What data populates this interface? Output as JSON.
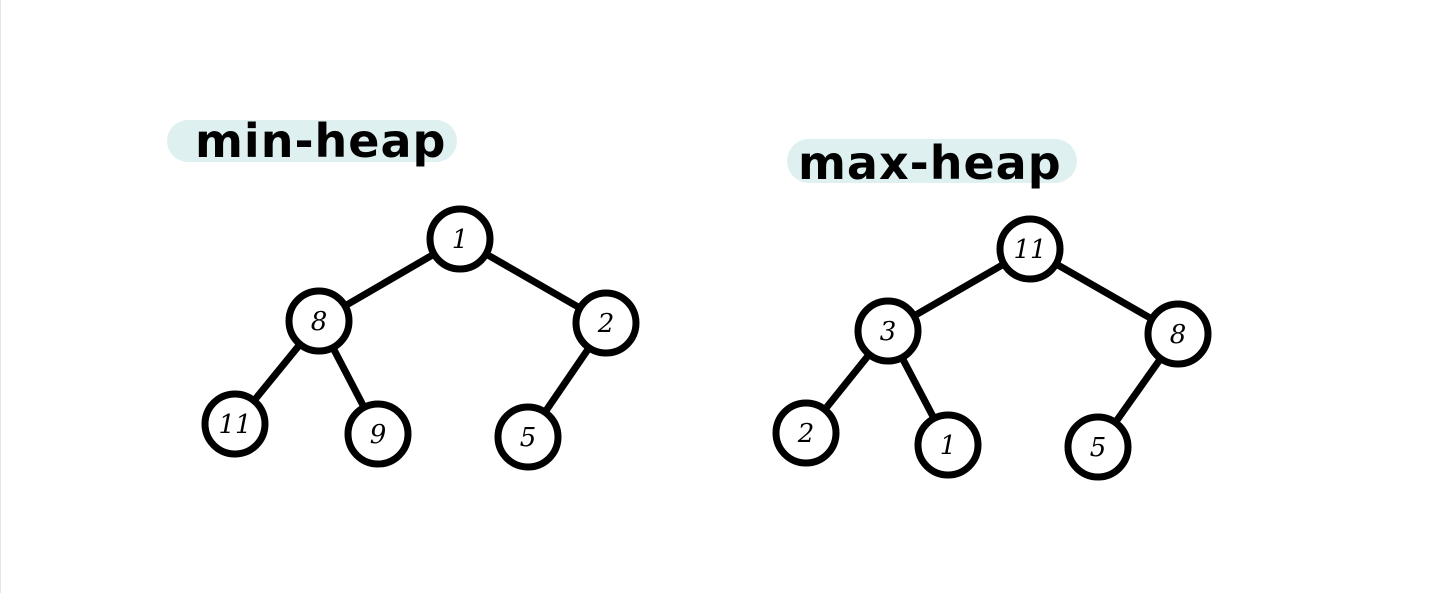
{
  "colors": {
    "title_highlight": "#dff0f0",
    "ink": "#000000",
    "background": "#ffffff"
  },
  "heaps": [
    {
      "title": "min-heap",
      "nodes": [
        {
          "id": "a",
          "label": "1"
        },
        {
          "id": "b",
          "label": "8"
        },
        {
          "id": "c",
          "label": "2"
        },
        {
          "id": "d",
          "label": "11"
        },
        {
          "id": "e",
          "label": "9"
        },
        {
          "id": "f",
          "label": "5"
        }
      ],
      "edges": [
        [
          "a",
          "b"
        ],
        [
          "a",
          "c"
        ],
        [
          "b",
          "d"
        ],
        [
          "b",
          "e"
        ],
        [
          "c",
          "f"
        ]
      ]
    },
    {
      "title": "max-heap",
      "nodes": [
        {
          "id": "a",
          "label": "11"
        },
        {
          "id": "b",
          "label": "3"
        },
        {
          "id": "c",
          "label": "8"
        },
        {
          "id": "d",
          "label": "2"
        },
        {
          "id": "e",
          "label": "1"
        },
        {
          "id": "f",
          "label": "5"
        }
      ],
      "edges": [
        [
          "a",
          "b"
        ],
        [
          "a",
          "c"
        ],
        [
          "b",
          "d"
        ],
        [
          "b",
          "e"
        ],
        [
          "c",
          "f"
        ]
      ]
    }
  ]
}
